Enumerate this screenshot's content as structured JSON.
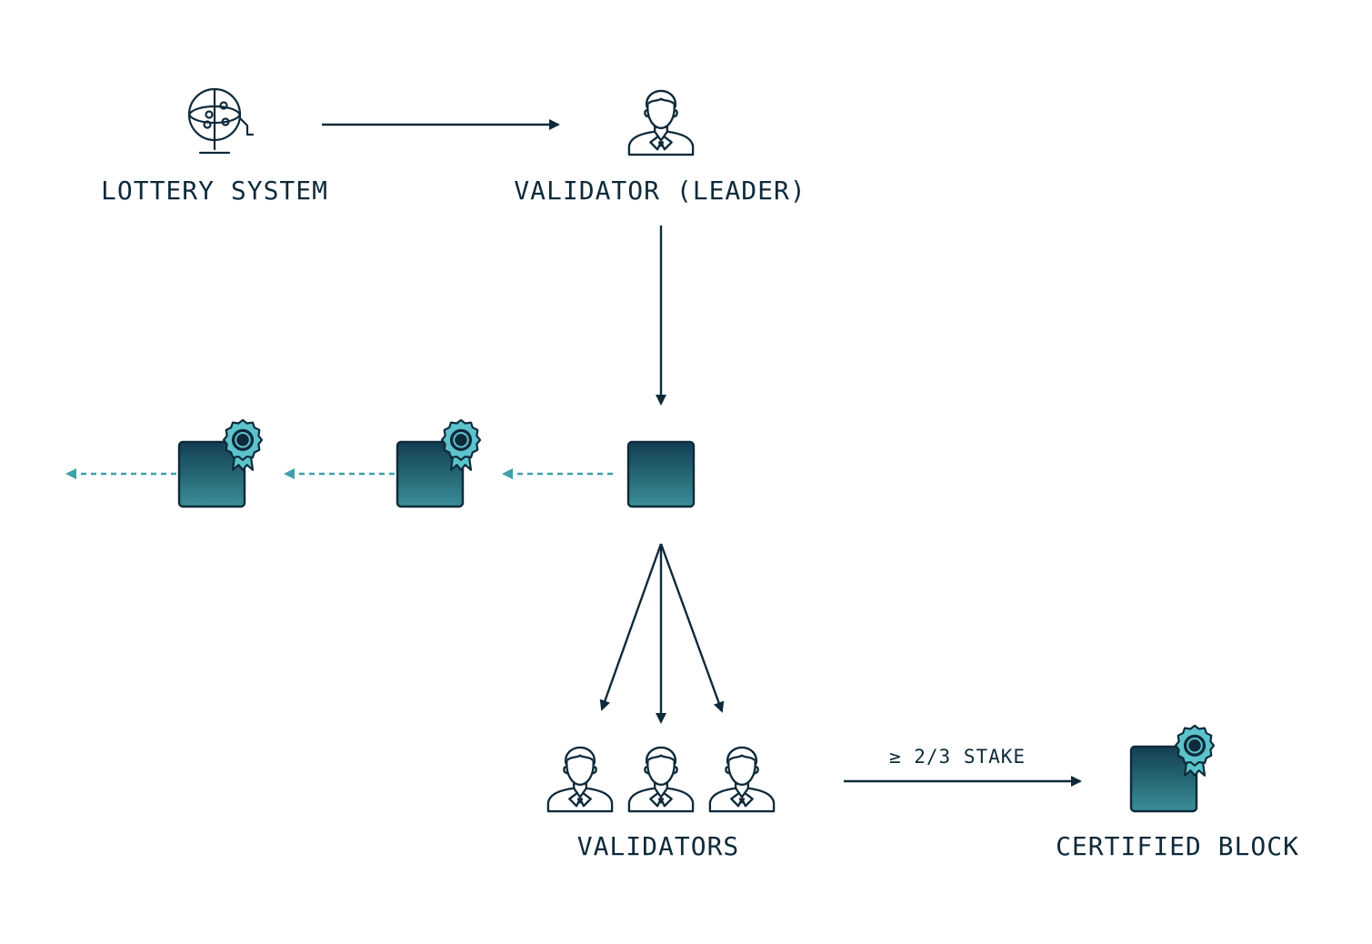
{
  "labels": {
    "lottery": "LOTTERY SYSTEM",
    "leader": "VALIDATOR (LEADER)",
    "validators": "VALIDATORS",
    "stake": "≥ 2/3 STAKE",
    "certified": "CERTIFIED BLOCK"
  },
  "icons": {
    "lottery": "lottery-drum-icon",
    "person": "person-icon",
    "block": "block-icon",
    "badge": "certificate-badge-icon"
  },
  "colors": {
    "ink": "#0e2a3a",
    "accent": "#3fa0a8",
    "block_top": "#123e52",
    "block_bottom": "#3a8e98",
    "badge": "#5cc3cb"
  }
}
